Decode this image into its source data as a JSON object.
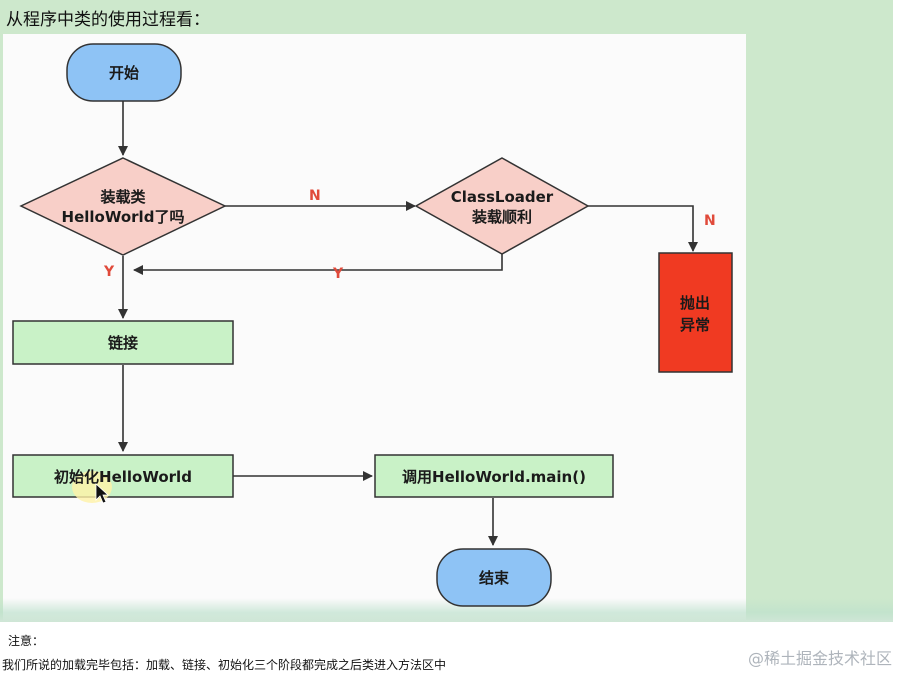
{
  "header": {
    "title": "从程序中类的使用过程看："
  },
  "flowchart": {
    "nodes": {
      "start": "开始",
      "decision_load_line1": "装载类",
      "decision_load_line2": "HelloWorld了吗",
      "decision_classloader_line1": "ClassLoader",
      "decision_classloader_line2": "装载顺利",
      "throw_exception_line1": "抛出",
      "throw_exception_line2": "异常",
      "link": "链接",
      "init": "初始化HelloWorld",
      "call_main": "调用HelloWorld.main()",
      "end": "结束"
    },
    "edge_labels": {
      "load_no": "N",
      "loader_no": "N",
      "load_yes": "Y",
      "loader_yes": "Y"
    }
  },
  "note": {
    "title": "注意：",
    "body": "我们所说的加载完毕包括：加载、链接、初始化三个阶段都完成之后类进入方法区中"
  },
  "watermark": "@稀土掘金技术社区",
  "colors": {
    "terminal": "#8ec3f5",
    "decision": "#f8cfc8",
    "process": "#c9f2c7",
    "exception": "#f03a22",
    "label_red": "#e04a3a"
  }
}
